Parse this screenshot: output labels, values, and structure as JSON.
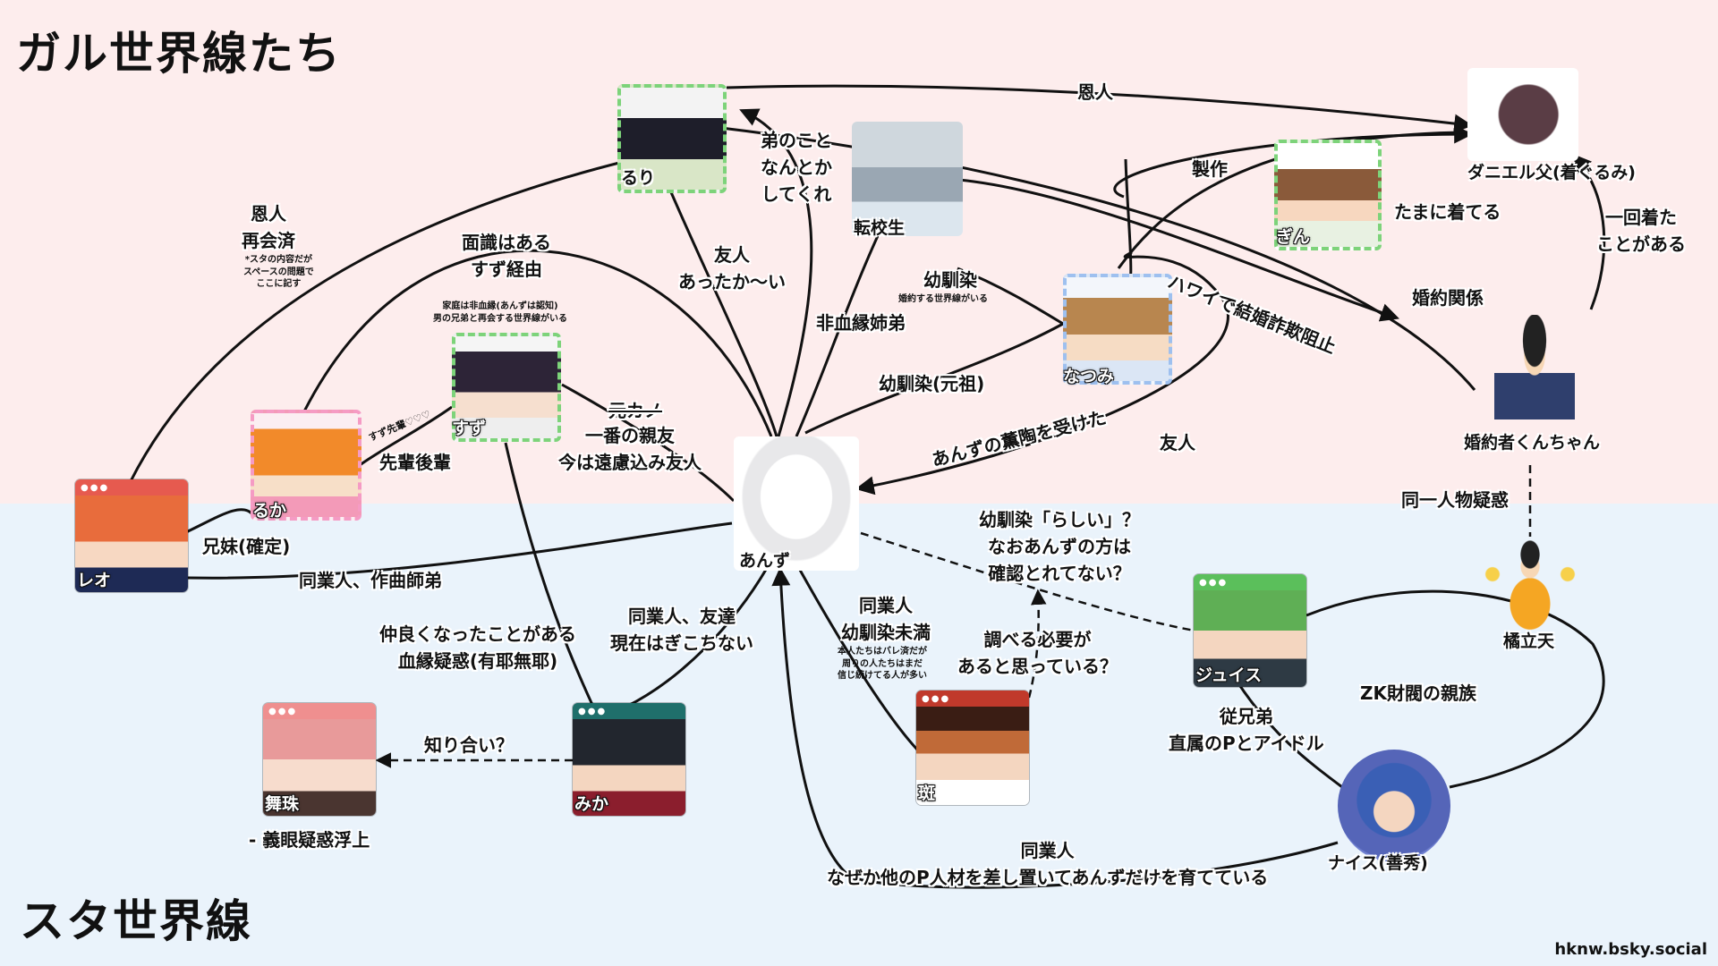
{
  "sections": {
    "top": "ガル世界線たち",
    "bottom": "スタ世界線"
  },
  "nodes": {
    "anzu": "あんず",
    "ruri": "るり",
    "tenkousei": "転校生",
    "gin": "ぎん",
    "daniel": "ダニエル父(着ぐるみ)",
    "natsumi": "なつみ",
    "suzu": "すず",
    "ruka": "るか",
    "leo": "レオ",
    "konyakusha": "婚約者くんちゃん",
    "kitsu": "橘立天",
    "juis": "ジュイス",
    "nice": "ナイス(善秀)",
    "madara": "斑",
    "mika": "みか",
    "shu": "舞珠"
  },
  "labels": {
    "onjin_ruri_daniel": "恩人",
    "seisaku": "製作",
    "tamani": "たまに着てる",
    "ichido_kita": "一回着た\nことがある",
    "konyaku_kankei": "婚約関係",
    "hawaii": "ハワイで結婚詐欺阻止",
    "ototo": "弟のこと\nなんとか\nしてくれ",
    "yuujin_ruri": "友人\nあったか〜い",
    "onjin_leo": "恩人\n再会済",
    "onjin_leo_note": "*スタの内容だが\nスペースの問題で\nここに記す",
    "menshiki": "面識はある\nすず経由",
    "suzu_note": "家庭は非血縁(あんずは認知)\n男の兄弟と再会する世界線がいる",
    "osananajimi_tenkou": "幼馴染",
    "osananajimi_note": "婚約する世界線がいる",
    "hiketsuen": "非血縁姉弟",
    "osananajimi_ganso": "幼馴染(元祖)",
    "kunto": "あんずの薫陶を受けた",
    "yuujin_right": "友人",
    "motokano": "元カノ",
    "ichiban": "一番の親友\n今は遠慮込み友人",
    "suzu_senpai_note": "すず先輩♡♡♡",
    "senpai_kouhai": "先輩後輩",
    "kyoudai": "兄妹(確定)",
    "dougyou_sakkyoku": "同業人、作曲師弟",
    "douitsu": "同一人物疑惑",
    "rashii": "幼馴染「らしい」？\nなおあんずの方は\n確認とれてない？",
    "shiraberu": "調べる必要が\nあると思っている？",
    "dougyou_madara": "同業人\n幼馴染未満",
    "madara_note": "本人たちはバレ済だが\n周りの人たちはまだ\n信じ続けてる人が多い",
    "dougyou_mika": "同業人、友達\n現在はぎこちない",
    "nakayoku": "仲良くなったことがある\n血縁疑惑(有耶無耶)",
    "shiriai": "知り合い？",
    "gigan": "- 義眼疑惑浮上",
    "zk": "ZK財閥の親族",
    "itoko": "従兄弟\n直属のPとアイドル",
    "dougyou_nice": "同業人\nなぜか他のP人材を差し置いてあんずだけを育てている"
  },
  "credit": "hknw.bsky.social",
  "colors": {
    "line": "#111111",
    "top_bg": "#fdeded",
    "bottom_bg": "#eaf3fb"
  }
}
